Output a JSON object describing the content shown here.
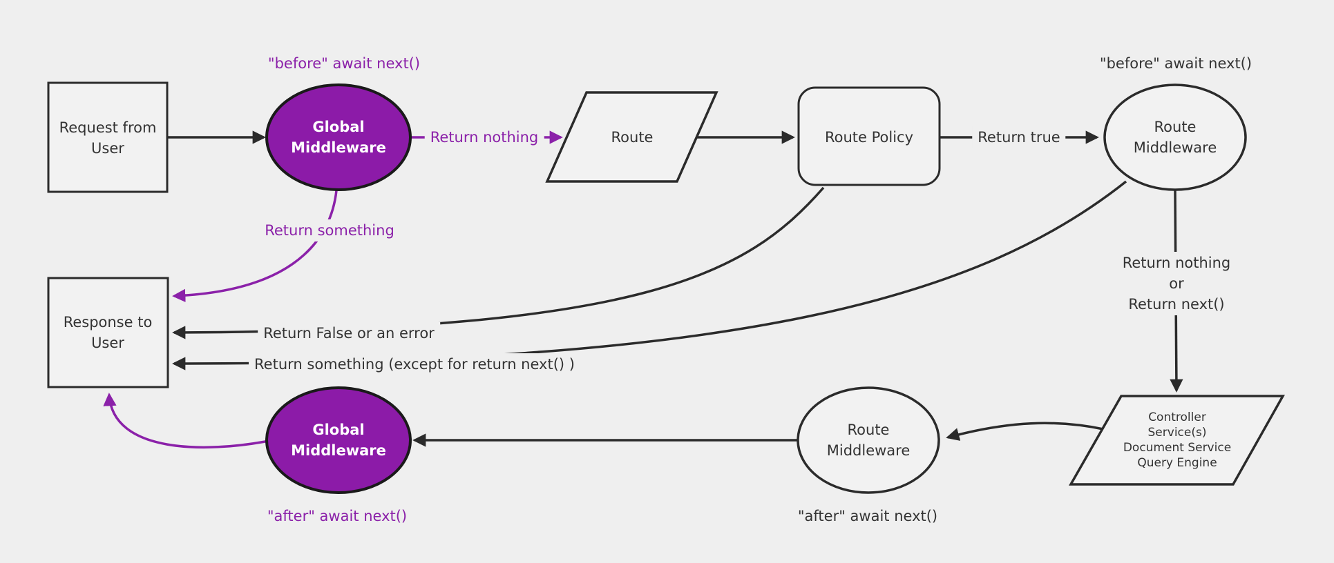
{
  "colors": {
    "background": "#efefef",
    "node_fill": "#f2f2f2",
    "dark_stroke": "#2b2b2b",
    "dark_text": "#333333",
    "purple_fill": "#8c1ba8",
    "purple_stroke": "#8b21a9",
    "ellipse_border": "#1a1a1a"
  },
  "nodes": {
    "request": {
      "label": "Request from\nUser"
    },
    "global_middleware_top": {
      "label": "Global\nMiddleware"
    },
    "route": {
      "label": "Route"
    },
    "route_policy": {
      "label": "Route Policy"
    },
    "route_middleware_top": {
      "label": "Route\nMiddleware"
    },
    "controller": {
      "label": "Controller\nService(s)\nDocument Service\nQuery Engine"
    },
    "route_middleware_bottom": {
      "label": "Route\nMiddleware"
    },
    "global_middleware_bottom": {
      "label": "Global\nMiddleware"
    },
    "response": {
      "label": "Response to\nUser"
    }
  },
  "edge_labels": {
    "return_nothing": "Return nothing",
    "return_true": "Return true",
    "return_nothing_or_next": "Return nothing\nor\nReturn next()",
    "return_something": "Return something",
    "return_false_or_error": "Return False or an error",
    "return_something_except": "Return something (except for return next() )"
  },
  "annotations": {
    "before_await_global": "\"before\" await next()",
    "before_await_route": "\"before\" await next()",
    "after_await_route": "\"after\" await next()",
    "after_await_global": "\"after\" await next()"
  }
}
